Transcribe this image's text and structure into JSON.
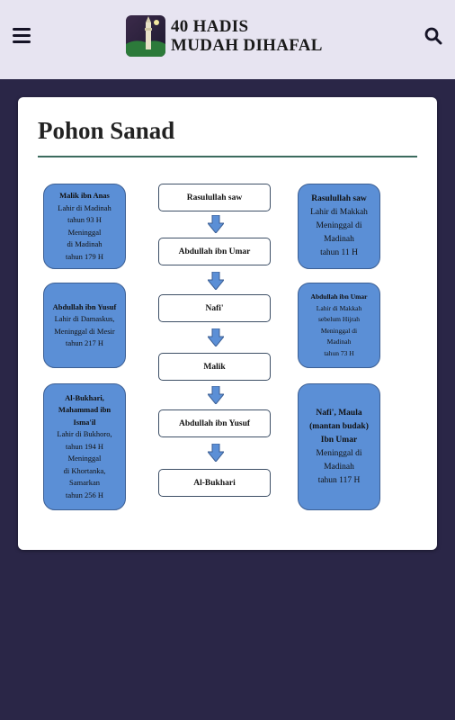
{
  "header": {
    "logo_line1": "40 HADIS",
    "logo_line2": "MUDAH DIHAFAL"
  },
  "icons": {
    "menu": "hamburger-menu-icon",
    "search": "search-icon",
    "logo": "mosque-minaret-logo-icon",
    "arrow": "arrow-down-icon"
  },
  "colors": {
    "background": "#2a2647",
    "header": "#e7e4f1",
    "bubble": "#5b8fd6",
    "rule": "#3b6b5e"
  },
  "page": {
    "title": "Pohon Sanad"
  },
  "left_bubbles": [
    {
      "name": "Malik ibn Anas",
      "lines": [
        "Lahir di Madinah",
        "tahun 93 H",
        "Meninggal",
        "di Madinah",
        "tahun 179 H"
      ]
    },
    {
      "name": "Abdullah ibn Yusuf",
      "lines": [
        "Lahir di Damaskus,",
        "Meninggal di Mesir",
        "tahun 217 H"
      ]
    },
    {
      "name": "Al-Bukhari, Mahammad ibn Isma'il",
      "lines": [
        "Lahir di Bukhoro,",
        "tahun 194 H",
        "Meninggal",
        "di Khortanka,",
        "Samarkan",
        "tahun 256 H"
      ]
    }
  ],
  "chain": [
    "Rasulullah saw",
    "Abdullah ibn Umar",
    "Nafi'",
    "Malik",
    "Abdullah ibn Yusuf",
    "Al-Bukhari"
  ],
  "right_bubbles": [
    {
      "name": "Rasulullah saw",
      "lines": [
        "Lahir di Makkah",
        "Meninggal di",
        "Madinah",
        "tahun 11 H"
      ]
    },
    {
      "name": "Abdullah ibn Umar",
      "lines": [
        "Lahir di Makkah",
        "sebelum Hijrah",
        "Meninggal di",
        "Madinah",
        "tahun 73 H"
      ]
    },
    {
      "name": "Nafi', Maula (mantan budak) Ibn Umar",
      "lines": [
        "Meninggal di",
        "Madinah",
        "tahun 117 H"
      ]
    }
  ]
}
